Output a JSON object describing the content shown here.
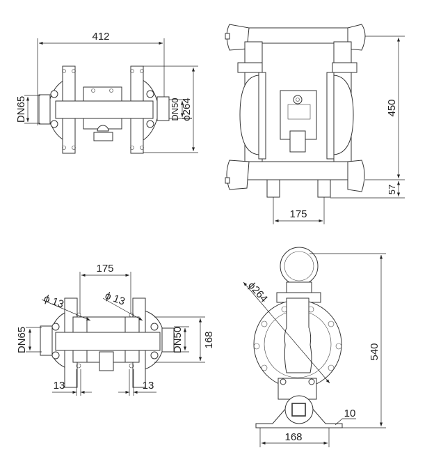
{
  "views": {
    "top": {
      "width": "412",
      "inlet": "DN65",
      "outlet": "DN50",
      "diaphragm_dia": "ϕ264"
    },
    "front": {
      "height": "450",
      "base": "57",
      "foot_spacing": "175"
    },
    "bottom": {
      "spacing": "175",
      "hole_left": "ϕ 13",
      "hole_right": "ϕ 13",
      "inlet": "DN65",
      "outlet": "DN50",
      "depth": "168",
      "slot_left": "13",
      "slot_right": "13"
    },
    "side": {
      "diaphragm_dia": "ϕ264",
      "height": "540",
      "foot_width": "168",
      "foot_thickness": "10"
    }
  },
  "colors": {
    "line": "#333333",
    "background": "#ffffff"
  }
}
